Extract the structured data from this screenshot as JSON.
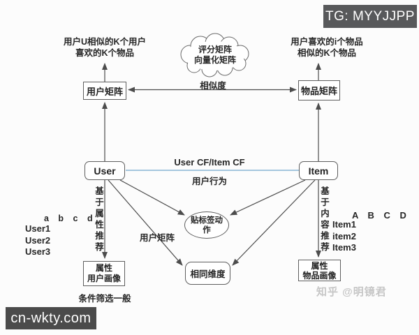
{
  "banners": {
    "top_right": "TG: MYYJJPP",
    "bottom_left": "cn-wkty.com"
  },
  "watermark": "知乎 @明镜君",
  "colors": {
    "line": "#4c4c4c",
    "connector_blue": "#a4c6de",
    "banner_top_bg": "#58595b",
    "banner_bottom_bg": "#4b4b4b",
    "watermark_gray": "#c6c6c6",
    "background": "#fcfcfc"
  },
  "diagram": {
    "top_left_note": {
      "line1": "用户U相似的K个用户",
      "line2": "喜欢的K个物品"
    },
    "top_right_note": {
      "line1": "用户喜欢的i个物品",
      "line2": "相似的K个物品"
    },
    "cloud": {
      "line1": "评分矩阵",
      "line2": "向量化矩阵"
    },
    "user_matrix_box": "用户矩阵",
    "item_matrix_box": "物品矩阵",
    "similarity_label": "相似度",
    "user_box": "User",
    "item_box": "Item",
    "cf_label": "User CF/Item CF",
    "behavior_label": "用户行为",
    "tag_ellipse": {
      "line1": "贴标签动",
      "line2": "作"
    },
    "same_dim_box": "相同维度",
    "user_matrix_edge_label": "用户矩阵",
    "left_vertical_label": "基于属性推荐",
    "right_vertical_label": "基于内容推荐",
    "left_table": {
      "header": "a b c d",
      "rows": [
        "User1",
        "User2",
        "User3"
      ]
    },
    "right_table": {
      "header": "A B C D",
      "rows": [
        "Item1",
        "item2",
        "Item3"
      ]
    },
    "user_profile_box": {
      "line1": "属性",
      "line2": "用户画像"
    },
    "item_profile_box": {
      "line1": "属性",
      "line2": "物品画像"
    },
    "bottom_note": "条件筛选一般"
  }
}
